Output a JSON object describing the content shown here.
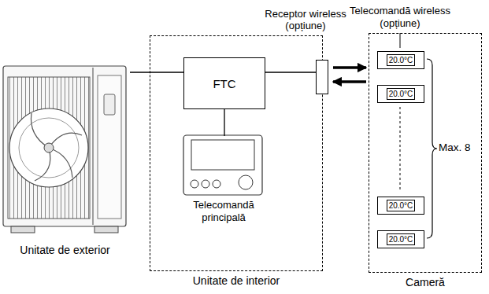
{
  "diagram": {
    "nodes": [
      {
        "text": [
          "Unitate de exterior"
        ]
      },
      {
        "text": [
          "Unitate de interior"
        ]
      },
      {
        "text": [
          "FTC"
        ],
        "in": 1
      },
      {
        "text": [
          "Telecomandă principală"
        ],
        "in": 1
      },
      {
        "text": [
          "Receptor wireless (opțiune)"
        ]
      },
      {
        "text": [
          "Cameră"
        ]
      },
      {
        "text": [
          "20.0°C"
        ],
        "in": 5
      },
      {
        "text": [
          "20.0°C"
        ],
        "in": 5
      },
      {
        "text": [
          "20.0°C"
        ],
        "in": 5
      },
      {
        "text": [
          "20.0°C"
        ],
        "in": 5
      }
    ],
    "edges": [
      {
        "from": 0,
        "to": 2,
        "arrow": "none"
      },
      {
        "from": 2,
        "to": 3,
        "arrow": "none"
      },
      {
        "from": 2,
        "to": 4,
        "arrow": "none"
      },
      {
        "from": 4,
        "to": 5,
        "arrow": "to"
      },
      {
        "from": 5,
        "to": 4,
        "arrow": "to"
      }
    ],
    "labels": [
      "Telecomandă wireless (opțiune)",
      "Max. 8"
    ]
  }
}
